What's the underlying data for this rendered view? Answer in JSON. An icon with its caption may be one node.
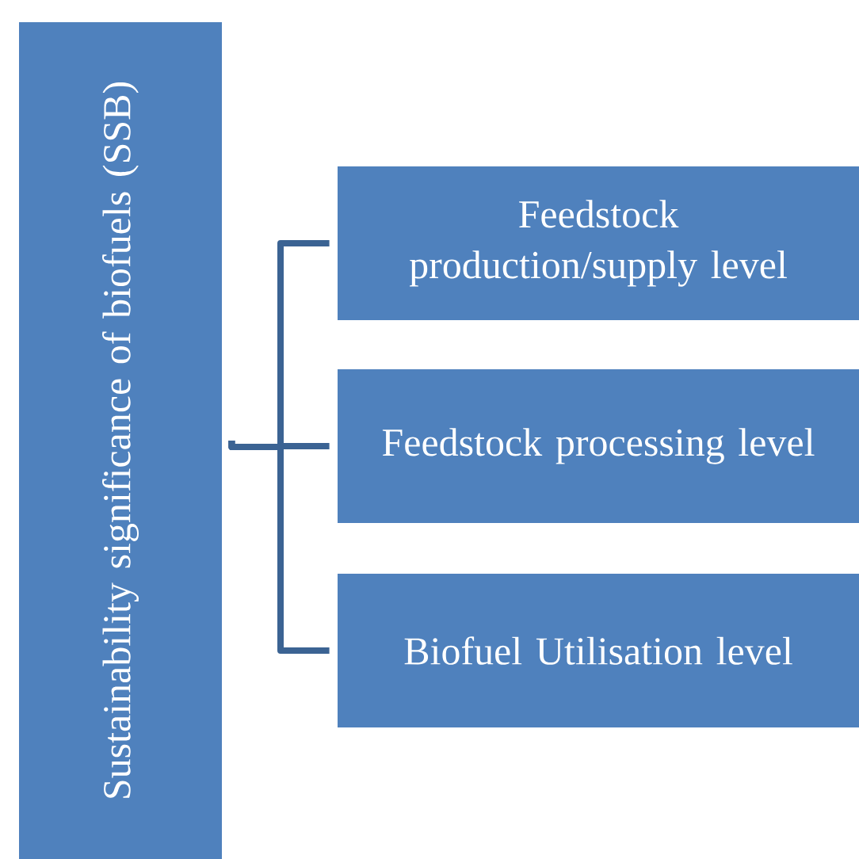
{
  "diagram": {
    "nodes": [
      {
        "text": [
          "Sustainability significance of biofuels (SSB)"
        ]
      },
      {
        "text": [
          "Feedstock production/supply level"
        ]
      },
      {
        "text": [
          "Feedstock processing level"
        ]
      },
      {
        "text": [
          "Biofuel Utilisation level"
        ]
      }
    ],
    "edges": [
      {
        "from": 0,
        "to": 1,
        "arrow": "none"
      },
      {
        "from": 0,
        "to": 2,
        "arrow": "none"
      },
      {
        "from": 0,
        "to": 3,
        "arrow": "none"
      }
    ]
  }
}
